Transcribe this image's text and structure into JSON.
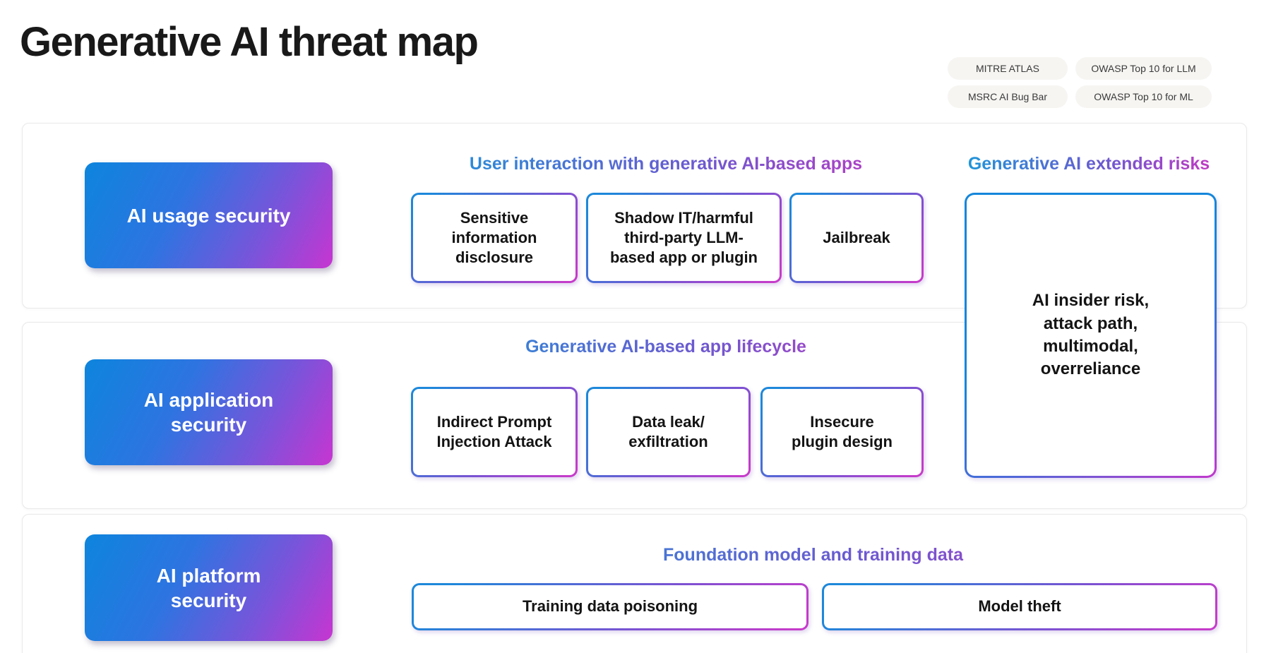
{
  "title": "Generative AI threat map",
  "badges": [
    {
      "label": "MITRE ATLAS"
    },
    {
      "label": "OWASP Top 10 for LLM"
    },
    {
      "label": "MSRC AI Bug Bar"
    },
    {
      "label": "OWASP Top 10 for ML"
    }
  ],
  "rows": [
    {
      "pill": "AI usage security",
      "heading": "User interaction with generative AI-based apps",
      "threats": [
        "Sensitive\ninformation\ndisclosure",
        "Shadow IT/harmful\nthird-party LLM-\nbased app or plugin",
        "Jailbreak"
      ]
    },
    {
      "pill": "AI application\nsecurity",
      "heading": "Generative AI-based app lifecycle",
      "threats": [
        "Indirect Prompt\nInjection Attack",
        "Data leak/\nexfiltration",
        "Insecure\nplugin design"
      ]
    },
    {
      "pill": "AI platform\nsecurity",
      "heading": "Foundation model and training data",
      "threats": [
        "Training data poisoning",
        "Model theft"
      ]
    }
  ],
  "extended": {
    "heading": "Generative AI extended risks",
    "box": "AI insider risk,\nattack path,\nmultimodal,\noverreliance"
  },
  "colors": {
    "pill_gradient_start": "#0d85dd",
    "pill_gradient_end": "#c735d1",
    "heading_gradient_start": "#1e96d9",
    "heading_gradient_end": "#c13ac3",
    "box_border_blue": "#1d88da",
    "box_border_magenta": "#c63bca",
    "badge_background": "#f6f5f2",
    "card_border": "#e9e9e9",
    "title_color": "#191919"
  }
}
